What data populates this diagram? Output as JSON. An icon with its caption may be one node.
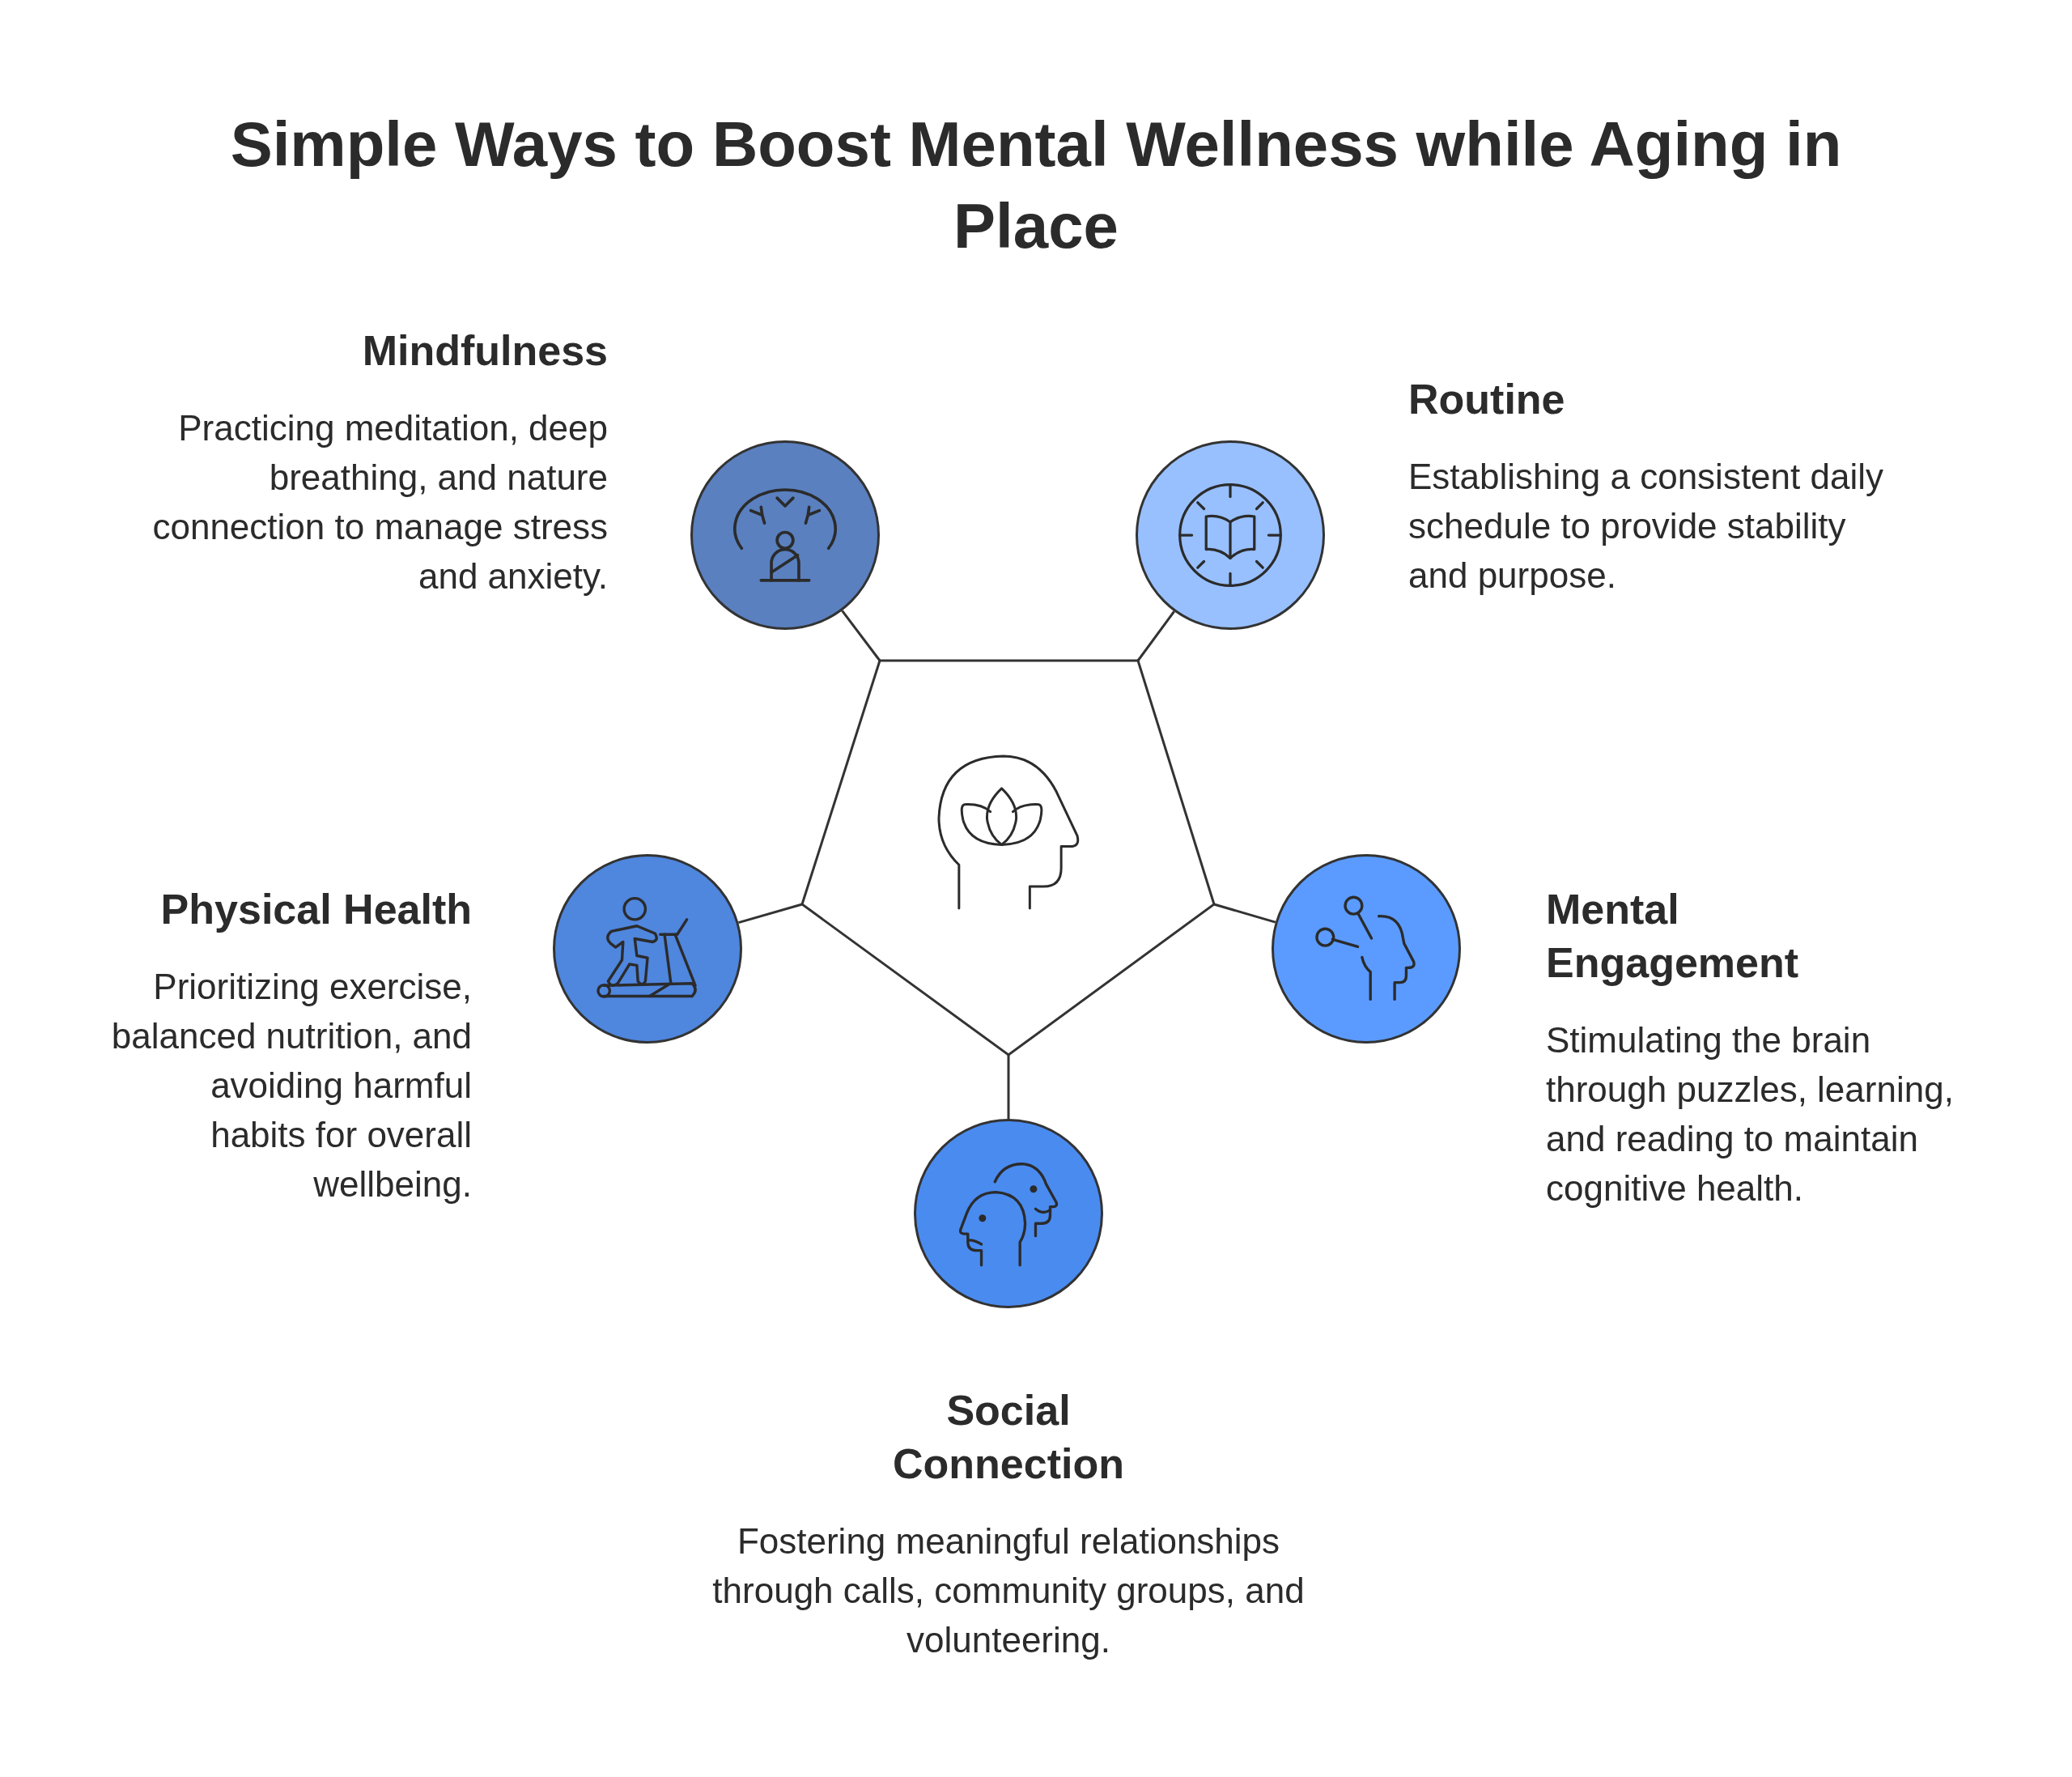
{
  "diagram": {
    "title": "Simple Ways to Boost Mental Wellness while Aging in Place",
    "nodes": [
      {
        "text": [
          "Mindfulness",
          "Practicing meditation, deep breathing, and nature connection to manage stress and anxiety."
        ]
      },
      {
        "text": [
          "Routine",
          "Establishing a consistent daily schedule to provide stability and purpose."
        ]
      },
      {
        "text": [],
        "shape": "pentagon"
      },
      {
        "text": [
          "Physical Health",
          "Prioritizing exercise, balanced nutrition, and avoiding harmful habits for overall wellbeing."
        ]
      },
      {
        "text": [
          "Mental Engagement",
          "Stimulating the brain through puzzles, learning, and reading to maintain cognitive health."
        ]
      },
      {
        "text": [
          "Social Connection",
          "Fostering meaningful relationships through calls, community groups, and volunteering."
        ]
      }
    ],
    "edges": [
      {
        "from": 2,
        "to": 0,
        "arrow": "none"
      },
      {
        "from": 2,
        "to": 1,
        "arrow": "none"
      },
      {
        "from": 2,
        "to": 3,
        "arrow": "none"
      },
      {
        "from": 2,
        "to": 4,
        "arrow": "none"
      },
      {
        "from": 2,
        "to": 5,
        "arrow": "none"
      }
    ]
  }
}
